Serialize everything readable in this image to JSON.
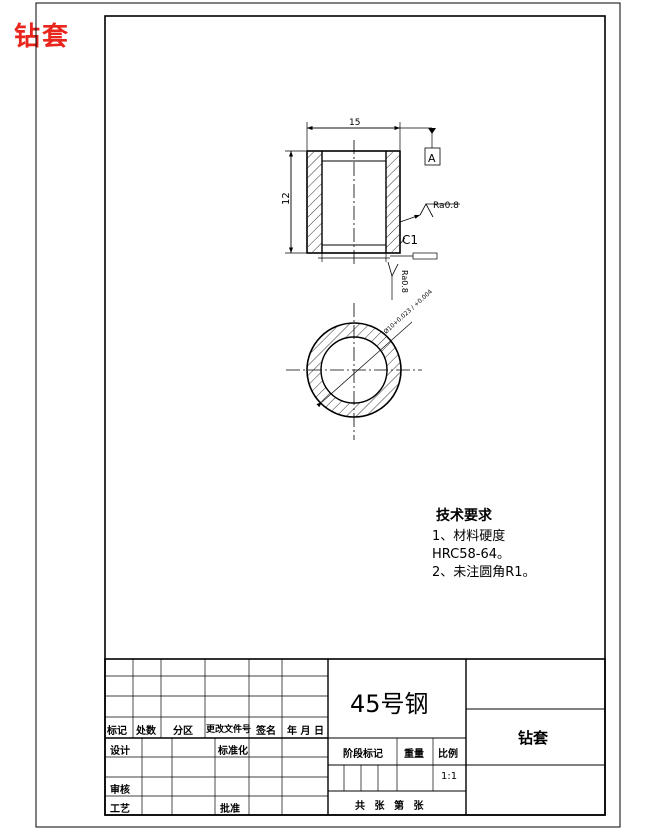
{
  "title": "钻套",
  "dimensions": {
    "width_label": "15",
    "height_label": "12",
    "chamfer_label": "C1",
    "roughness_outer": "Ra0.8",
    "roughness_inner": "Ra0.8",
    "datum_label": "A",
    "hole_tolerance": "Ø10+0.023 / +0.004"
  },
  "technical_requirements": {
    "title": "技术要求",
    "lines": [
      "1、材料硬度",
      "HRC58-64。",
      "2、未注圆角R1。"
    ]
  },
  "title_block": {
    "headers": [
      "标记",
      "处数",
      "分区",
      "更改文件号",
      "签名",
      "年 月 日"
    ],
    "design": "设计",
    "standardize": "标准化",
    "review": "审核",
    "process": "工艺",
    "approve": "批准",
    "material": "45号钢",
    "stage_mark": "阶段标记",
    "weight": "重量",
    "scale_label": "比例",
    "scale_value": "1:1",
    "sheets": "共  张  第  张",
    "part_name": "钻套"
  },
  "colors": {
    "heading": "#e8261d",
    "line": "#000000"
  }
}
